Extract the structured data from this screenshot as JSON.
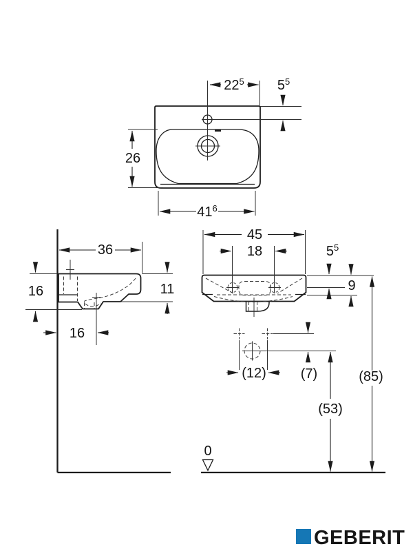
{
  "drawing": {
    "top_view": {
      "dim_tap_center_width": {
        "main": "22",
        "sup": "5"
      },
      "dim_edge_to_tap": {
        "main": "5",
        "sup": "5"
      },
      "dim_bowl_depth": "26",
      "dim_bowl_width": {
        "main": "41",
        "sup": "6"
      }
    },
    "side_view": {
      "dim_depth": "36",
      "dim_total_height": "16",
      "dim_front_height": "11",
      "dim_wall_to_drain": "16"
    },
    "front_view": {
      "dim_total_width": "45",
      "dim_fixing_holes": {
        "main": "18",
        "sup": ""
      },
      "dim_edge_to_hole": {
        "main": "5",
        "sup": "5"
      },
      "dim_rim_height": "9"
    },
    "installation": {
      "dim_supply_spacing": "(12)",
      "dim_drain_offset": "(7)",
      "dim_drain_height": "(53)",
      "dim_rim_height_floor": "(85)",
      "datum_zero": "0"
    }
  },
  "logo": {
    "text": "GEBERIT",
    "square_color": "#1577b5",
    "text_color": "#161616"
  },
  "colors": {
    "line": "#1c1c1c",
    "background": "#ffffff"
  }
}
